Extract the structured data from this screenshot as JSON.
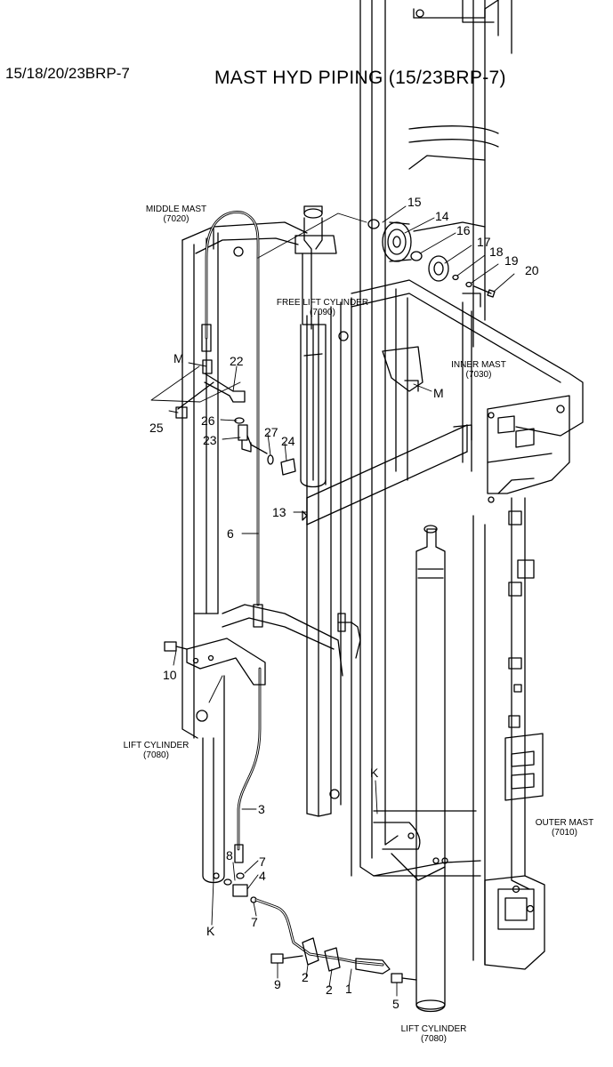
{
  "header": {
    "model": "15/18/20/23BRP-7",
    "title": "MAST HYD PIPING (15/23BRP-7)"
  },
  "components": {
    "middle_mast": {
      "name": "MIDDLE MAST",
      "code": "(7020)"
    },
    "free_lift_cylinder": {
      "name": "FREE LIFT CYLINDER",
      "code": "(7090)"
    },
    "inner_mast": {
      "name": "INNER MAST",
      "code": "(7030)"
    },
    "lift_cylinder_left": {
      "name": "LIFT CYLINDER",
      "code": "(7080)"
    },
    "outer_mast": {
      "name": "OUTER MAST",
      "code": "(7010)"
    },
    "lift_cylinder_bottom": {
      "name": "LIFT CYLINDER",
      "code": "(7080)"
    }
  },
  "callouts": {
    "p1": "1",
    "p2a": "2",
    "p2b": "2",
    "p3": "3",
    "p4": "4",
    "p5": "5",
    "p6": "6",
    "p7a": "7",
    "p7b": "7",
    "p8": "8",
    "p9": "9",
    "p10": "10",
    "p13": "13",
    "p14": "14",
    "p15": "15",
    "p16": "16",
    "p17": "17",
    "p18": "18",
    "p19": "19",
    "p20": "20",
    "p22": "22",
    "p23": "23",
    "p24": "24",
    "p25": "25",
    "p26": "26",
    "p27": "27",
    "m1": "M",
    "m2": "M",
    "k1": "K",
    "k2": "K"
  }
}
